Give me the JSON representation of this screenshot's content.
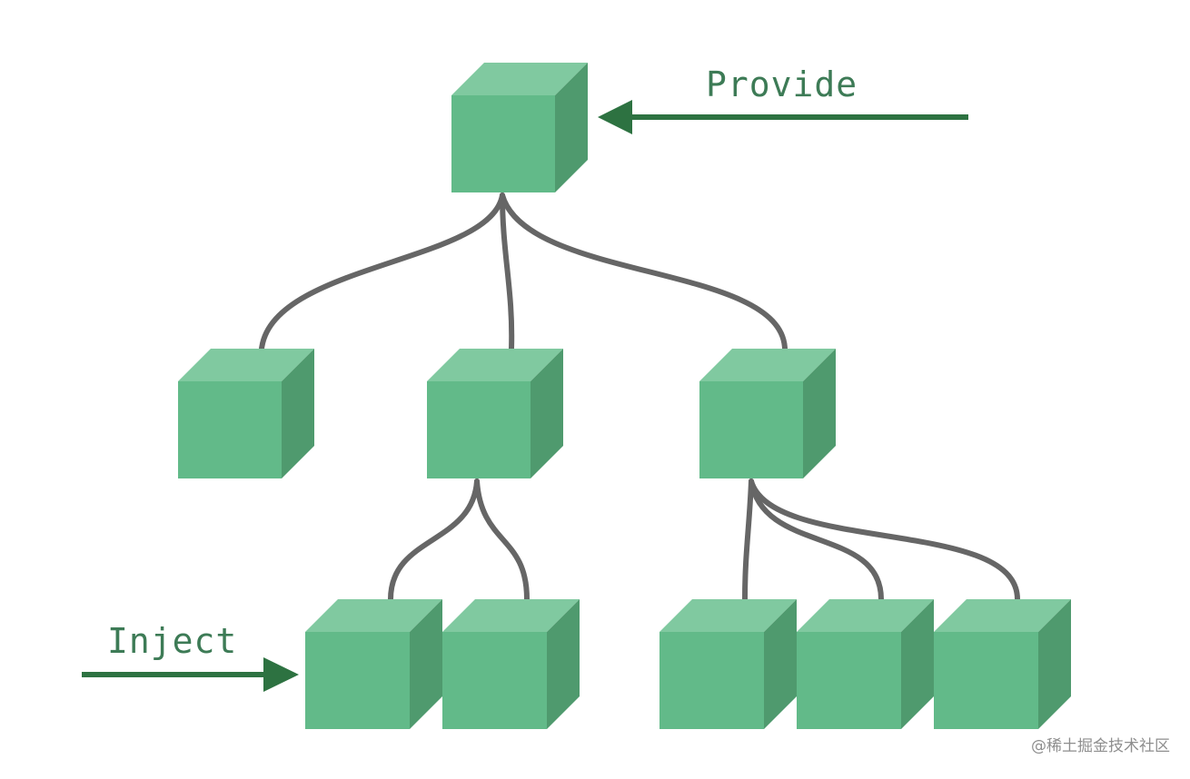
{
  "labels": {
    "provide": "Provide",
    "inject": "Inject"
  },
  "watermark": "@稀土掘金技术社区",
  "colors": {
    "cube_front": "#62ba89",
    "cube_top": "#80c9a0",
    "cube_side": "#4f9a6e",
    "connector": "#666666",
    "arrow": "#2d7241",
    "label_text": "#3d7b56",
    "watermark_text": "#8e8e8e"
  }
}
